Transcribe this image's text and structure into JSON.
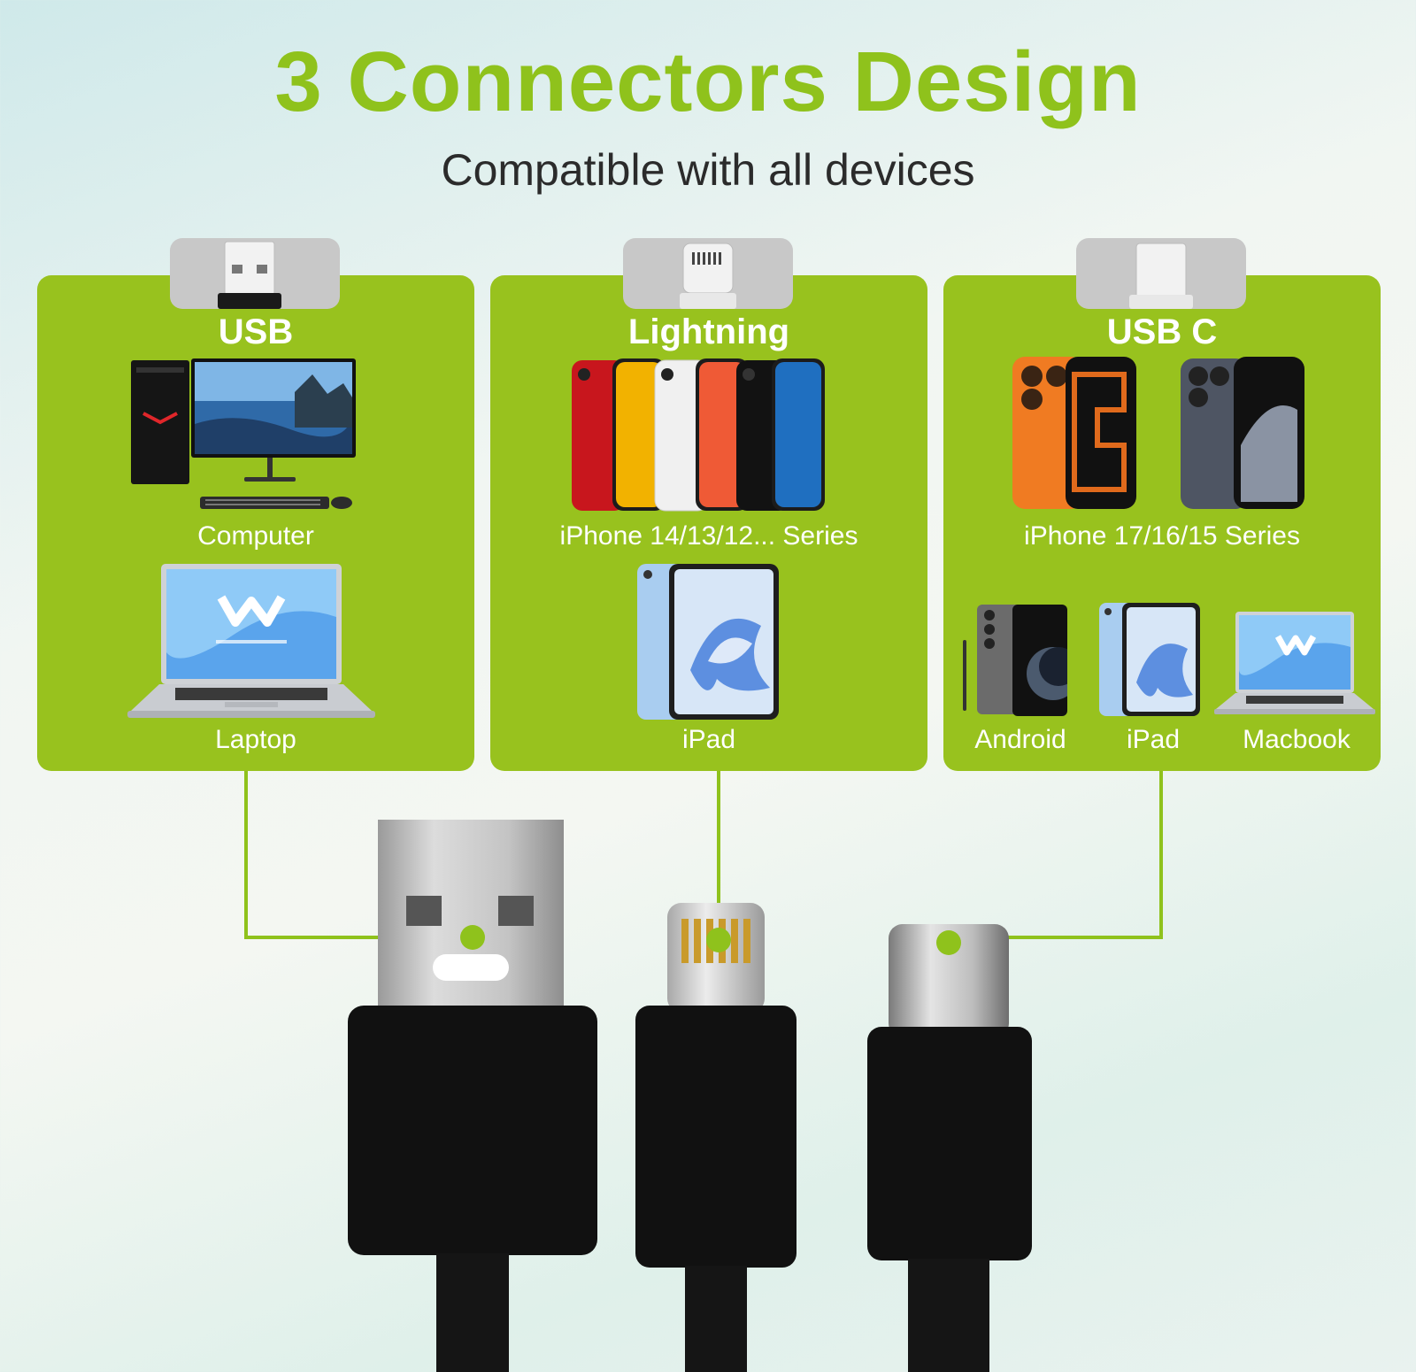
{
  "header": {
    "title": "3 Connectors  Design",
    "subtitle": "Compatible with all devices"
  },
  "panels": [
    {
      "name": "USB",
      "devices": [
        {
          "label": "Computer",
          "icon": "desktop-computer-icon"
        },
        {
          "label": "Laptop",
          "icon": "laptop-icon"
        }
      ]
    },
    {
      "name": "Lightning",
      "devices": [
        {
          "label": "iPhone 14/13/12... Series",
          "icon": "iphone-lineup-icon"
        },
        {
          "label": "iPad",
          "icon": "ipad-icon"
        }
      ]
    },
    {
      "name": "USB C",
      "devices": [
        {
          "label": "iPhone 17/16/15 Series",
          "icon": "iphone-pair-icon"
        },
        {
          "label": "Android",
          "icon": "android-phone-icon"
        },
        {
          "label": "iPad",
          "icon": "ipad-icon"
        },
        {
          "label": "Macbook",
          "icon": "macbook-icon"
        }
      ]
    }
  ],
  "colors": {
    "accent": "#98c21e",
    "title": "#8fc21c",
    "text_dark": "#2b2b2b",
    "cable": "#111111"
  }
}
